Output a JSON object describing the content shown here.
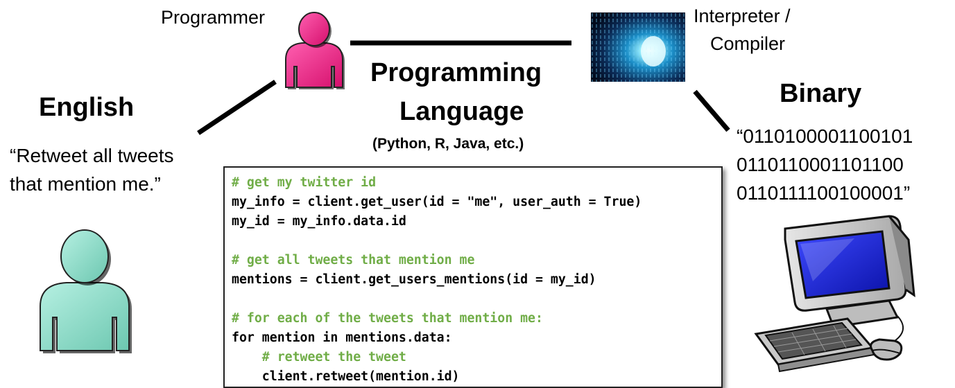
{
  "labels": {
    "programmer": "Programmer",
    "interpreter_line1": "Interpreter /",
    "interpreter_line2": "Compiler"
  },
  "english": {
    "heading": "English",
    "quote_line1": "“Retweet all tweets",
    "quote_line2": "that mention me.”"
  },
  "programming_language": {
    "heading_line1": "Programming",
    "heading_line2": "Language",
    "examples": "(Python, R, Java, etc.)"
  },
  "binary": {
    "heading": "Binary",
    "line1": "“0110100001100101",
    "line2": "0110110001101100",
    "line3": "0110111100100001”"
  },
  "code": {
    "lines": [
      {
        "text": "# get my twitter id",
        "kind": "comment"
      },
      {
        "text": "my_info = client.get_user(id = \"me\", user_auth = True)",
        "kind": "code"
      },
      {
        "text": "my_id = my_info.data.id",
        "kind": "code"
      },
      {
        "text": "",
        "kind": "blank"
      },
      {
        "text": "# get all tweets that mention me",
        "kind": "comment"
      },
      {
        "text": "mentions = client.get_users_mentions(id = my_id)",
        "kind": "code"
      },
      {
        "text": "",
        "kind": "blank"
      },
      {
        "text": "# for each of the tweets that mention me:",
        "kind": "comment"
      },
      {
        "text": "for mention in mentions.data:",
        "kind": "code"
      },
      {
        "text": "    # retweet the tweet",
        "kind": "comment"
      },
      {
        "text": "    client.retweet(mention.id)",
        "kind": "code"
      }
    ]
  },
  "colors": {
    "programmer_fill": "#e8177a",
    "english_person_fill": "#8fd9c6",
    "comment": "#70ad47",
    "screen": "#1f2bd6",
    "tunnel_glow": "#7fe8ff"
  },
  "icons": [
    "programmer-person-icon",
    "english-person-icon",
    "interpreter-tunnel-image",
    "computer-icon"
  ]
}
